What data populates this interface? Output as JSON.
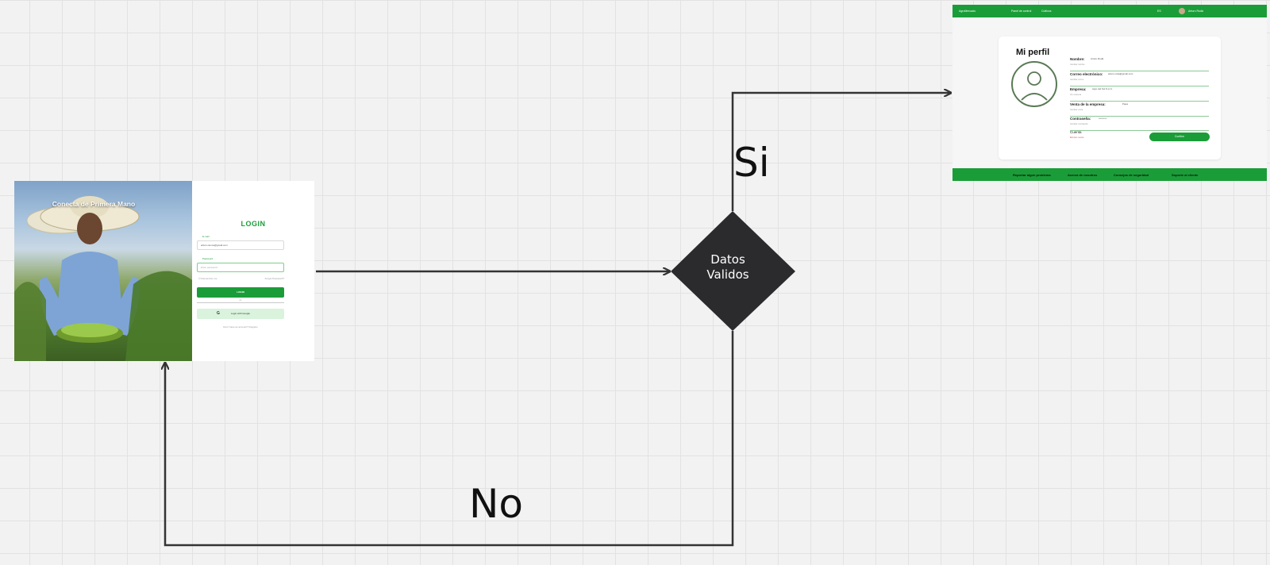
{
  "flow": {
    "decision": {
      "line1": "Datos",
      "line2": "Validos"
    },
    "yes_label": "Si",
    "no_label": "No"
  },
  "login_screen": {
    "tagline": "Conecta de Primera Mano",
    "title": "LOGIN",
    "email_label": "E-mail",
    "email_value": "arturo.ramos@gmail.com",
    "password_label": "Password",
    "password_placeholder": "Enter password",
    "remember_me": "Remember me",
    "forgot_password": "Forgot Password?",
    "login_button": "LOGIN",
    "divider_text": "or",
    "google_button": "Login with Google",
    "signup_link": "Don't have an account? Register"
  },
  "profile_screen": {
    "brand": "AgroMercado",
    "nav": [
      "Panel de control",
      "Cultivos"
    ],
    "lang": "ES",
    "user_name": "Arturo Rodá",
    "title": "Mi perfil",
    "fields": [
      {
        "label": "Nombre:",
        "value": "Arturo Rodá",
        "sub": "Cambiar nombre"
      },
      {
        "label": "Correo electrónico:",
        "value": "arturo.roda@gmail.com",
        "sub": "Cambiar correo"
      },
      {
        "label": "Empresa:",
        "value": "Agro del Sol S.A.C.",
        "sub": "Ver empresa"
      },
      {
        "label": "Venta de la empresa:",
        "value": "Papa",
        "sub": "Cambiar venta"
      },
      {
        "label": "Contraseña:",
        "value": "••••••••••",
        "sub": "Cambiar contraseña"
      },
      {
        "label": "Cuenta",
        "value": "",
        "sub": "Eliminar cuenta"
      }
    ],
    "confirm_button": "Confirm",
    "footer": [
      "Reportar algún problema",
      "Acerca de nosotros",
      "Consejos de seguridad",
      "Soporte al cliente"
    ]
  },
  "colors": {
    "brand_green": "#1a9d38",
    "decision_fill": "#2b2b2e",
    "connector": "#333333"
  },
  "icons": [
    "user-avatar-icon",
    "google-icon",
    "checkbox-icon",
    "arrowhead-icon"
  ]
}
